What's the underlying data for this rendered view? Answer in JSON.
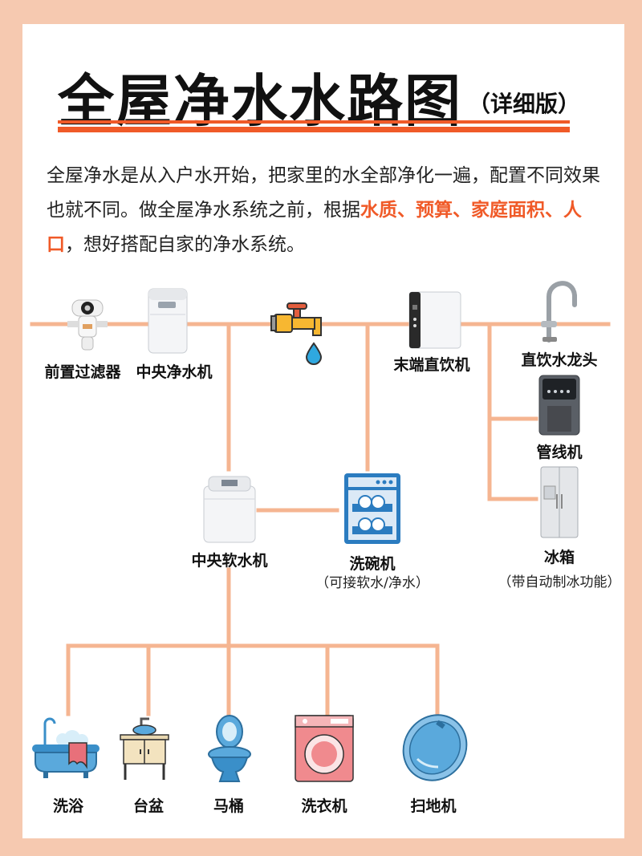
{
  "title": "全屋净水水路图",
  "subtitle": "（详细版）",
  "intro": {
    "part1": "全屋净水是从入户水开始，把家里的水全部净化一遍，配置不同效果也就不同。做全屋净水系统之前，根据",
    "highlight": "水质、预算、家庭面积、人口",
    "part2": "，想好搭配自家的净水系统。"
  },
  "devices": {
    "pre_filter": "前置过滤器",
    "central_purifier": "中央净水机",
    "terminal_dispenser": "末端直饮机",
    "drinking_faucet": "直饮水龙头",
    "pipeline_machine": "管线机",
    "central_softener": "中央软水机",
    "dishwasher": "洗碗机",
    "dishwasher_note": "（可接软水/净水）",
    "fridge": "冰箱",
    "fridge_note": "（带自动制冰功能）"
  },
  "outlets": {
    "bath": "洗浴",
    "basin": "台盆",
    "toilet": "马桶",
    "washer": "洗衣机",
    "mopper": "扫地机"
  },
  "colors": {
    "accent": "#f05a28",
    "pipe": "#f5b591",
    "background": "#f6c9b0"
  },
  "icons": [
    "pre-filter-icon",
    "purifier-icon",
    "faucet-icon",
    "dispenser-icon",
    "tap-icon",
    "pipeline-machine-icon",
    "fridge-icon",
    "softener-icon",
    "dishwasher-icon",
    "bathtub-icon",
    "basin-icon",
    "toilet-icon",
    "washing-machine-icon",
    "robot-vacuum-icon"
  ]
}
